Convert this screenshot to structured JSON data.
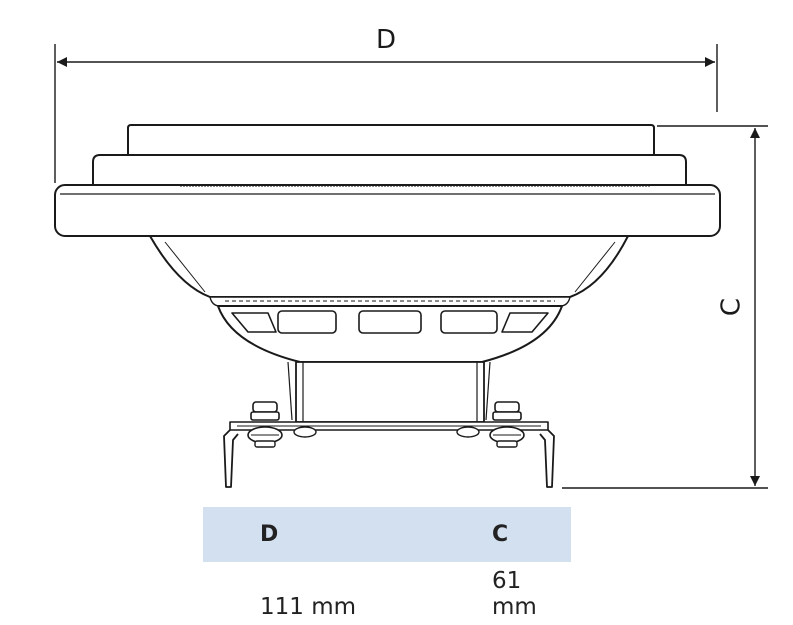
{
  "drawing": {
    "width_dimension_label": "D",
    "height_dimension_label": "C",
    "line_color": "#1a1a1a"
  },
  "table": {
    "header_background": "#d3e0f0",
    "headers": [
      "D",
      "C"
    ],
    "values": [
      "111 mm",
      "61 mm"
    ]
  }
}
